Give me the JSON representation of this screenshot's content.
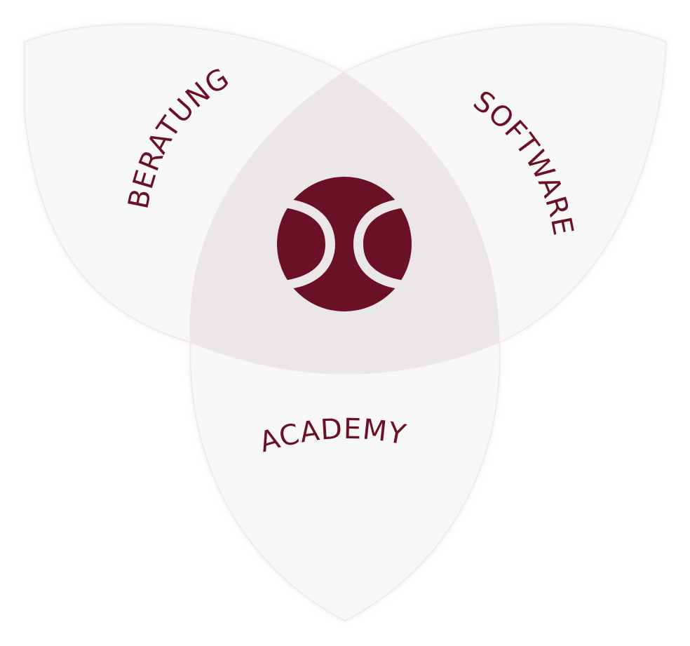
{
  "diagram": {
    "segments": [
      {
        "id": "beratung",
        "label": "BERATUNG"
      },
      {
        "id": "software",
        "label": "SOFTWARE"
      },
      {
        "id": "academy",
        "label": "ACADEMY"
      }
    ],
    "center_logo": "logo-mark",
    "colors": {
      "petal_fill": "#f8f7f8",
      "center_fill": "#ebe7e9",
      "accent": "#6a1128"
    }
  }
}
